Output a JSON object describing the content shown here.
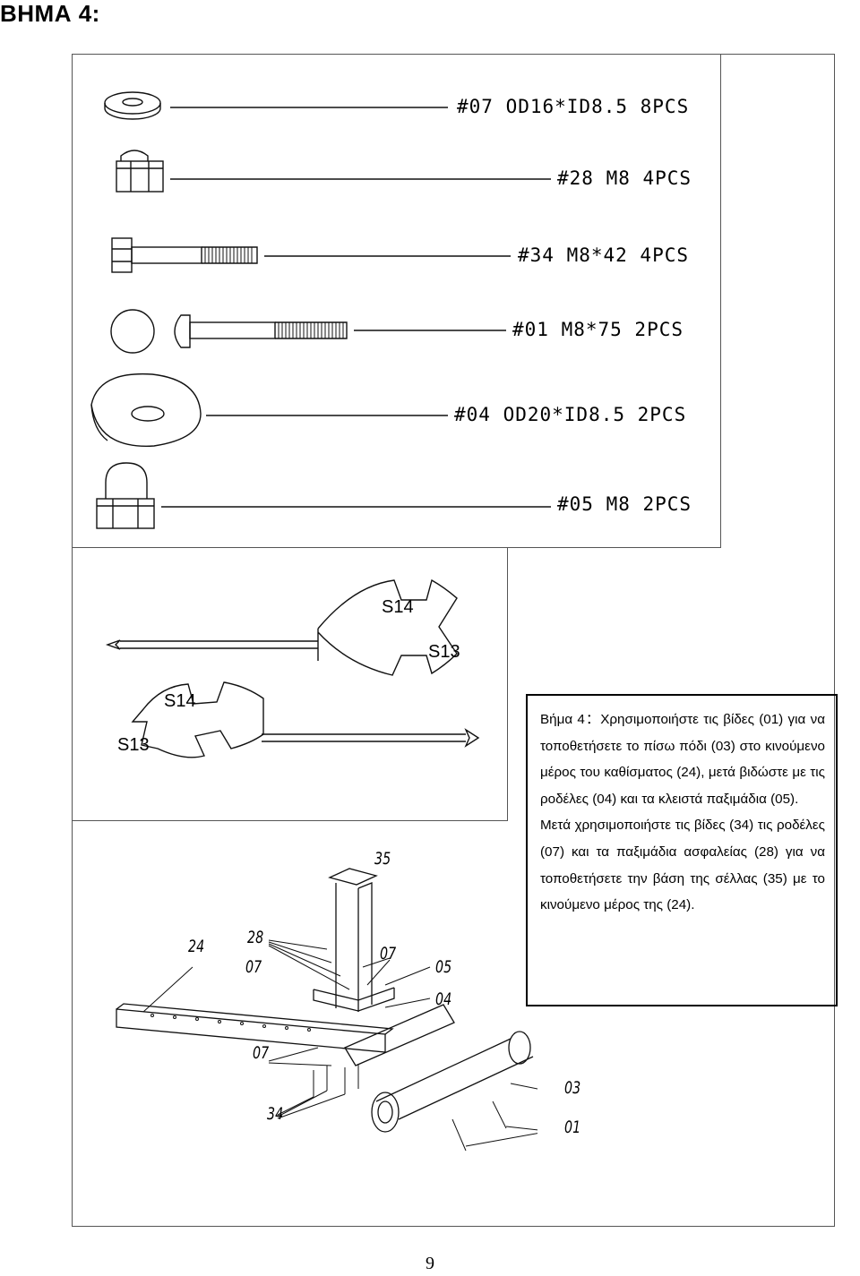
{
  "step_title": "ΒΗΜΑ 4:",
  "hardware": [
    {
      "icon": "washer-icon",
      "label": "#07 OD16*ID8.5 8PCS"
    },
    {
      "icon": "lock-nut-icon",
      "label": "#28 M8 4PCS"
    },
    {
      "icon": "hex-bolt-icon",
      "label": "#34 M8*42 4PCS"
    },
    {
      "icon": "carriage-bolt-icon",
      "label": "#01 M8*75 2PCS"
    },
    {
      "icon": "curved-washer-icon",
      "label": "#04 OD20*ID8.5 2PCS"
    },
    {
      "icon": "cap-nut-icon",
      "label": "#05 M8 2PCS"
    }
  ],
  "tools": {
    "spanner_top": {
      "label_a": "S14",
      "label_b": "S13"
    },
    "spanner_bottom": {
      "label_a": "S14",
      "label_b": "S13"
    }
  },
  "instructions": {
    "paragraph_1": "Βήμα 4：Χρησιμοποιήστε τις βίδες (01) για να τοποθετήσετε το πίσω πόδι (03) στο κινούμενο μέρος του καθίσματος (24), μετά βιδώστε με τις ροδέλες (04) και τα κλειστά παξιμάδια (05).",
    "paragraph_2": "Μετά χρησιμοποιήστε τις βίδες (34) τις ροδέλες (07) και τα παξιμάδια ασφαλείας (28) για να τοποθετήσετε την βάση της σέλλας (35) με το κινούμενο μέρος της (24)."
  },
  "diagram_labels": {
    "p35": "35",
    "p24": "24",
    "p28": "28",
    "p07a": "07",
    "p07b": "07",
    "p05": "05",
    "p04": "04",
    "p07c": "07",
    "p34": "34",
    "p03": "03",
    "p01": "01"
  },
  "page_number": "9"
}
